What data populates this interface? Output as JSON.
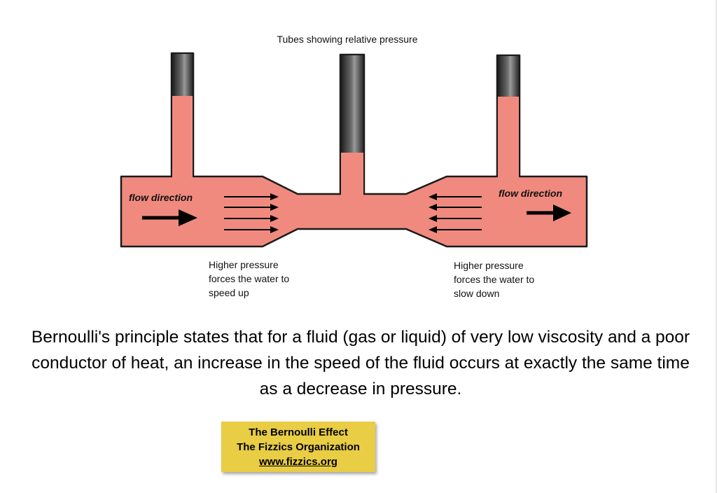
{
  "diagram": {
    "title": "Tubes showing relative pressure",
    "flow_label_left": "flow direction",
    "flow_label_right": "flow direction",
    "note_left": [
      "Higher pressure",
      "forces the water to",
      "speed up"
    ],
    "note_right": [
      "Higher pressure",
      "forces the water to",
      "slow down"
    ],
    "colors": {
      "fluid": "#f08a7e",
      "outline": "#1a1a1a",
      "tube_empty": "#3c3c3c"
    }
  },
  "statement": "Bernoulli's principle states that for a fluid (gas or liquid) of very low viscosity and a poor conductor of heat, an increase in the speed of the fluid occurs at exactly the same time as a decrease in pressure.",
  "credit": {
    "line1": "The Bernoulli Effect",
    "line2": "The Fizzics Organization",
    "url": "www.fizzics.org",
    "background": "#e8cd45"
  }
}
